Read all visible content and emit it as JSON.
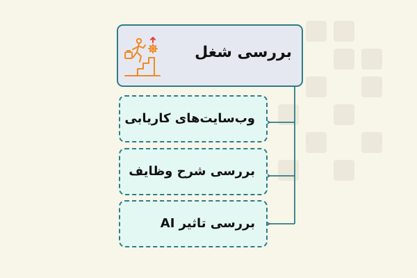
{
  "root": {
    "title": "بررسی شغل",
    "icon": "career-growth-icon"
  },
  "children": [
    {
      "label": "وب‌سایت‌های کاریابی"
    },
    {
      "label": "بررسی شرح وظایف"
    },
    {
      "label": "بررسی تاثیر AI"
    }
  ],
  "colors": {
    "background": "#f8f5e9",
    "header_fill": "#e6e8f1",
    "child_fill": "#e3f8f3",
    "border": "#2e7d86",
    "connector": "#2e7d86",
    "icon_orange": "#ef8a25"
  }
}
